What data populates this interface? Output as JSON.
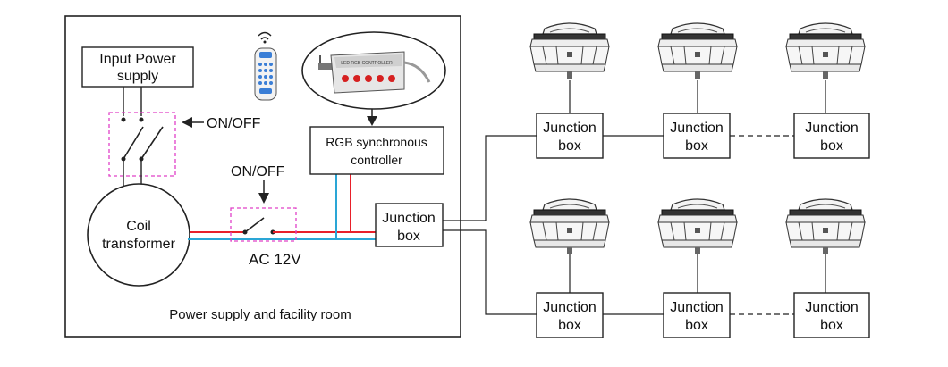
{
  "labels": {
    "input_power_line1": "Input Power",
    "input_power_line2": "supply",
    "on_off_1": "ON/OFF",
    "on_off_2": "ON/OFF",
    "coil_line1": "Coil",
    "coil_line2": "transformer",
    "ac_voltage": "AC 12V",
    "rgb_line1": "RGB synchronous",
    "rgb_line2": "controller",
    "room_caption": "Power supply and facility room",
    "controller_device_text": "LED RGB CONTROLLER",
    "jb_line1": "Junction",
    "jb_line2": "box"
  },
  "colors": {
    "wire_red": "#e8202a",
    "wire_blue": "#2aa6d6",
    "switch_dash": "#e040c8",
    "outline": "#222222"
  },
  "icons": {
    "remote": "remote-control-icon",
    "controller": "rgb-controller-device-icon",
    "light": "pool-light-icon"
  }
}
